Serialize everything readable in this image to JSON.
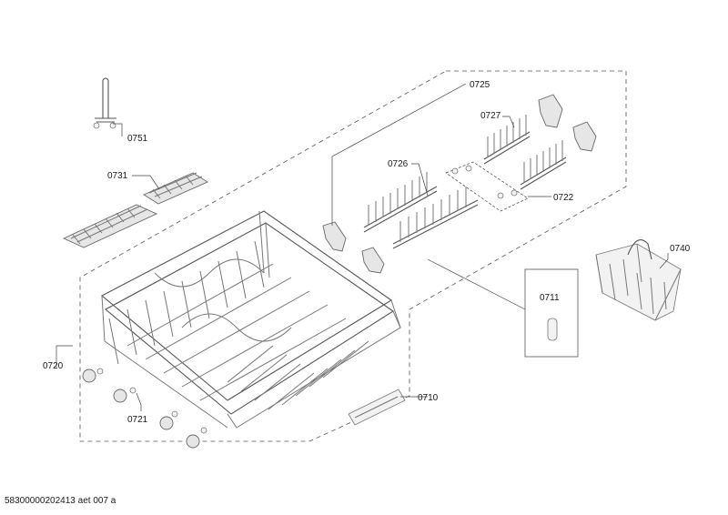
{
  "parts": [
    {
      "key": "p0751",
      "label": "0751"
    },
    {
      "key": "p0731",
      "label": "0731"
    },
    {
      "key": "p0725",
      "label": "0725"
    },
    {
      "key": "p0727",
      "label": "0727"
    },
    {
      "key": "p0726",
      "label": "0726"
    },
    {
      "key": "p0722",
      "label": "0722"
    },
    {
      "key": "p0740",
      "label": "0740"
    },
    {
      "key": "p0711",
      "label": "0711"
    },
    {
      "key": "p0720",
      "label": "0720"
    },
    {
      "key": "p0710",
      "label": "0710"
    },
    {
      "key": "p0721",
      "label": "0721"
    }
  ],
  "document_id": "58300000202413 aet 007 a"
}
